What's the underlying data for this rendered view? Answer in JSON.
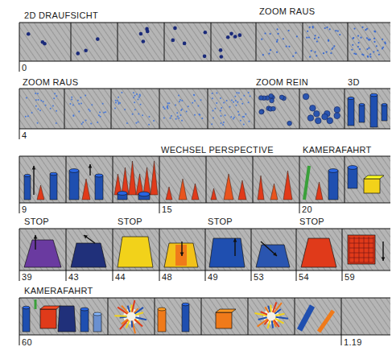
{
  "diagram": {
    "labels": [
      "2D DRAUFSICHT",
      "ZOOM RAUS",
      "0",
      "ZOOM RAUS",
      "ZOOM REIN",
      "3D",
      "4",
      "WECHSEL PERSPECTIVE",
      "KAMERAFAHRT",
      "9",
      "15",
      "20",
      "STOP",
      "STOP",
      "STOP",
      "STOP",
      "39",
      "43",
      "44",
      "48",
      "49",
      "53",
      "54",
      "59",
      "KAMERAFAHRT",
      "60",
      "1.19"
    ]
  }
}
